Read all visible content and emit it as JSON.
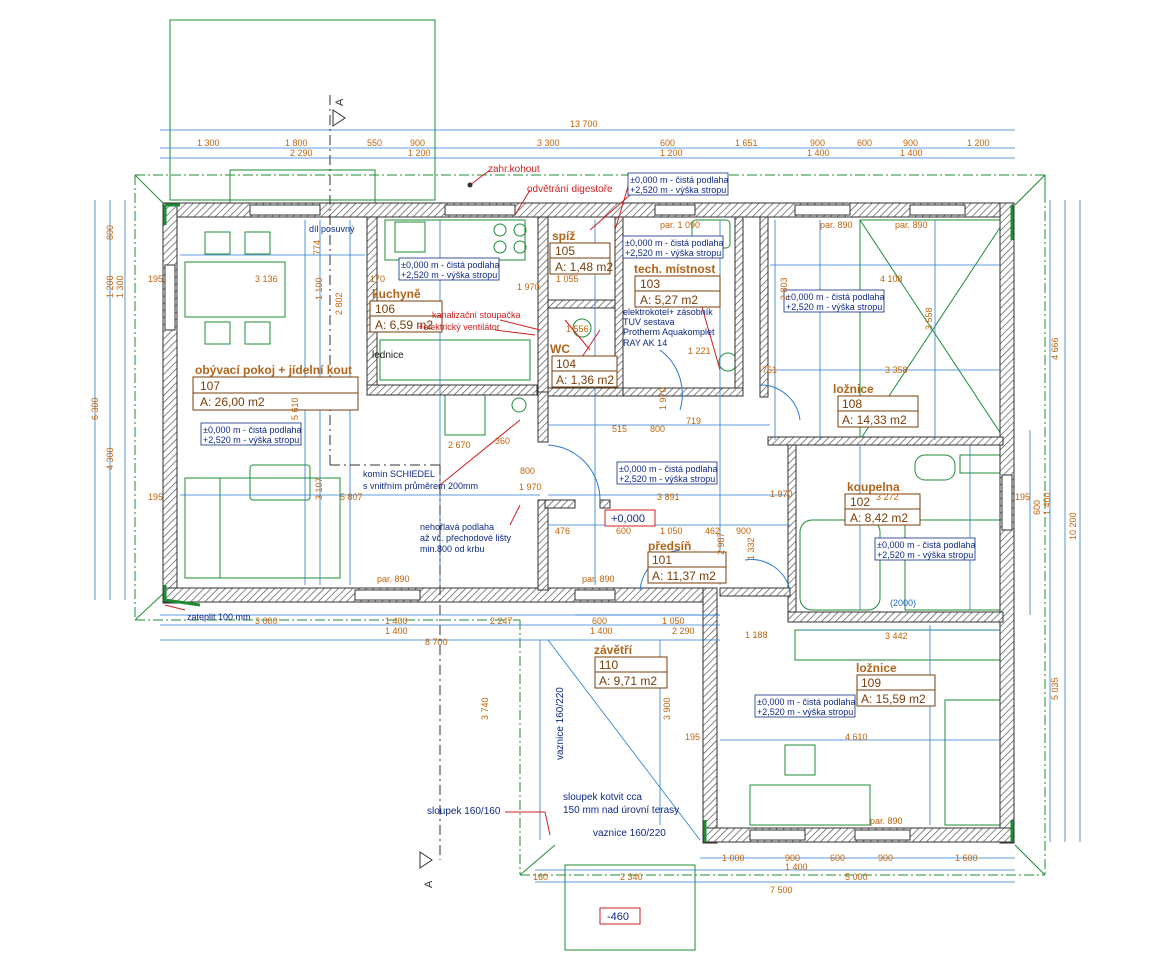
{
  "rooms": [
    {
      "name": "obývací pokoj + jídelní kout",
      "num": "107",
      "area": "A: 26,00 m2"
    },
    {
      "name": "kuchyně",
      "num": "106",
      "area": "A: 6,59 m2"
    },
    {
      "name": "spíž",
      "num": "105",
      "area": "A: 1,48 m2"
    },
    {
      "name": "tech. místnost",
      "num": "103",
      "area": "A: 5,27 m2"
    },
    {
      "name": "WC",
      "num": "104",
      "area": "A: 1,36 m2"
    },
    {
      "name": "ložnice",
      "num": "108",
      "area": "A: 14,33 m2"
    },
    {
      "name": "koupelna",
      "num": "102",
      "area": "A: 8,42 m2"
    },
    {
      "name": "předsíň",
      "num": "101",
      "area": "A: 11,37 m2"
    },
    {
      "name": "závětří",
      "num": "110",
      "area": "A: 9,71 m2"
    },
    {
      "name": "ložnice",
      "num": "109",
      "area": "A: 15,59 m2"
    }
  ],
  "floor_note": {
    "line1": "±0,000 m - čistá podlaha",
    "line2": "+2,520 m - výška stropu"
  },
  "notes": {
    "zahr": "zahr.kohout",
    "odvetrani": "odvětrání digestoře",
    "posuvny": "díl posuvný",
    "lednice": "lednice",
    "kanalizace1": "kanalizační stoupačka",
    "kanalizace2": "+elektrický ventilátor",
    "kotel1": "elektrokotel+ zásobník",
    "kotel2": "TUV sestava",
    "kotel3": "Protherm Aquakomplet",
    "kotel4": "RAY AK 14",
    "komin1": "komín SCHIEDEL",
    "komin2": "s vnitřním průměrem 200mm",
    "nehorlava1": "nehořlavá podlaha",
    "nehorlava2": "až vč. přechodové lišty",
    "nehorlava3": "min.800 od krbu",
    "zateplit": "zateplit 100 mm",
    "sloupek": "sloupek 160/160",
    "kotvit1": "sloupek kotvit cca",
    "kotvit2": "150 mm nad úrovní terasy",
    "vaznice_h": "vaznice 160/220",
    "vaznice_v": "vaznice 160/220",
    "zero": "+0,000",
    "minus": "-460",
    "section": "A",
    "vana": "(2000)"
  },
  "dims_top": {
    "total": "13 700",
    "row1": [
      "1 300",
      "1 800",
      "550",
      "900",
      "3 300",
      "600",
      "1 651",
      "900",
      "600",
      "900",
      "1 200"
    ],
    "row2": [
      "2 290",
      "1 200",
      "1 200",
      "1 400",
      "1 400"
    ],
    "par": [
      "par. 1 090",
      "par. 890",
      "par. 890"
    ]
  },
  "dims_bottom": {
    "row1": [
      "3 000",
      "1 400",
      "1 400",
      "2 247",
      "600",
      "1 050",
      "1 400",
      "2 290"
    ],
    "total_left": "8 700",
    "row2": [
      "1 000",
      "900",
      "600",
      "900",
      "1 600",
      "1 400",
      "5 000"
    ],
    "small": [
      "160",
      "2 340"
    ],
    "total_right": "7 500",
    "par": [
      "par. 890",
      "par. 890",
      "par. 890"
    ]
  },
  "dims_left": [
    "800",
    "1 200",
    "1 300",
    "6 300",
    "4 300"
  ],
  "dims_right": [
    "4 666",
    "5 035",
    "10 200",
    "600",
    "1 400"
  ],
  "dims_inner": [
    "3 136",
    "5 807",
    "2 670",
    "3 891",
    "3 358",
    "4 108",
    "3 272",
    "3 442",
    "4 610",
    "2 803",
    "3 558",
    "3 900",
    "3 740",
    "2 987",
    "1 970",
    "1 970",
    "1 970",
    "1 970",
    "170",
    "195",
    "195",
    "195",
    "195",
    "900",
    "800",
    "600",
    "515",
    "719",
    "800",
    "462",
    "1 050",
    "476",
    "1 332",
    "1 188",
    "751",
    "360",
    "1 221",
    "1 055",
    "1 556",
    "1 100",
    "2 802",
    "3 107",
    "5 610",
    "774"
  ],
  "colors": {
    "wall": "#303030",
    "green": "#1e8c35",
    "blue": "#2a7ad0",
    "orange": "#c0640a",
    "red": "#d02020",
    "navy": "#0f2a8a"
  }
}
